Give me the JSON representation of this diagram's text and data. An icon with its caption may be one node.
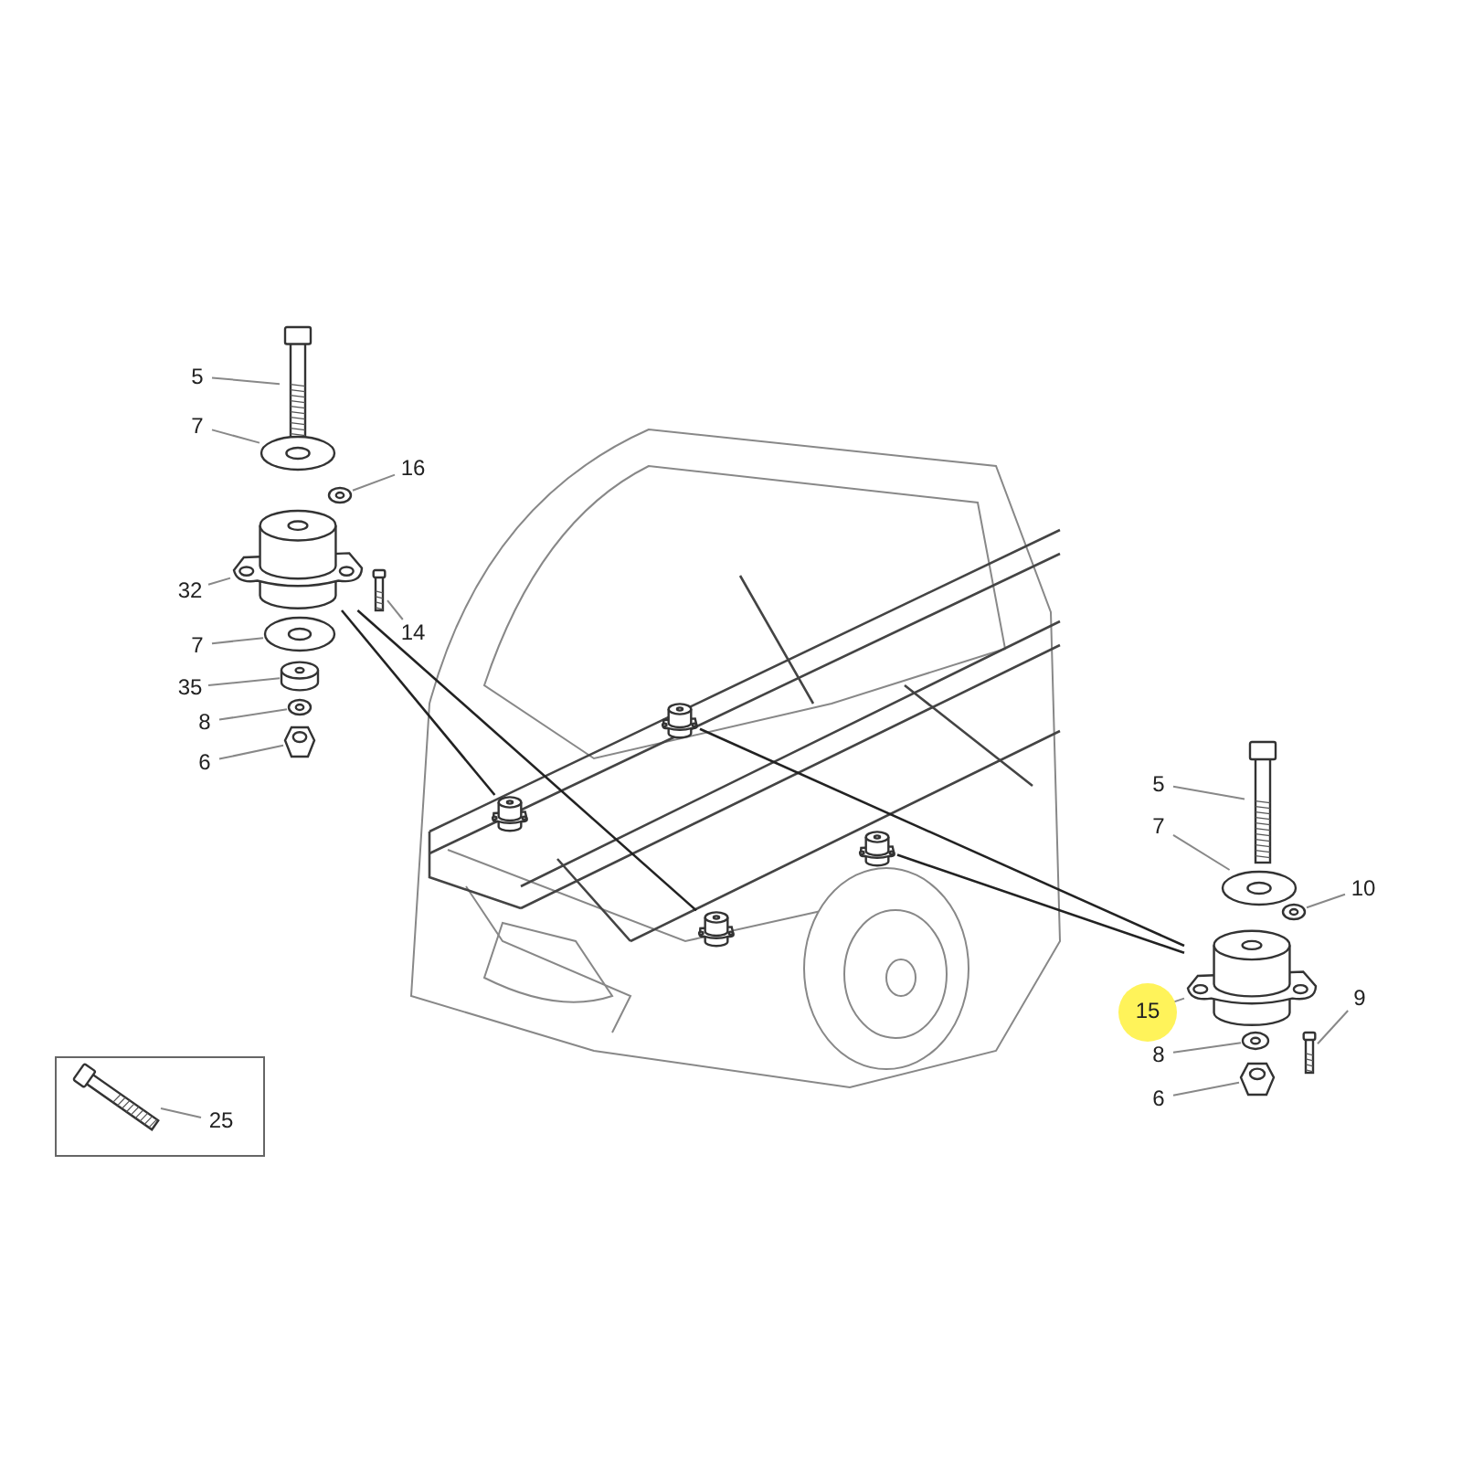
{
  "diagram": {
    "nodes": [
      {
        "text": [
          "5"
        ]
      },
      {
        "text": [
          "7"
        ]
      },
      {
        "text": [
          "16"
        ]
      },
      {
        "text": [
          "32"
        ]
      },
      {
        "text": [
          "7"
        ]
      },
      {
        "text": [
          "14"
        ]
      },
      {
        "text": [
          "35"
        ]
      },
      {
        "text": [
          "8"
        ]
      },
      {
        "text": [
          "6"
        ]
      },
      {
        "text": [],
        "shape": "bolt"
      },
      {
        "text": [],
        "shape": "washer"
      },
      {
        "text": [],
        "shape": "washer"
      },
      {
        "text": [],
        "shape": "mount"
      },
      {
        "text": [],
        "shape": "washer"
      },
      {
        "text": [],
        "shape": "bolt"
      },
      {
        "text": [],
        "shape": "spacer"
      },
      {
        "text": [],
        "shape": "washer"
      },
      {
        "text": [],
        "shape": "nut"
      },
      {
        "text": [
          "5"
        ]
      },
      {
        "text": [
          "7"
        ]
      },
      {
        "text": [
          "10"
        ]
      },
      {
        "text": [
          "15"
        ]
      },
      {
        "text": [
          "9"
        ]
      },
      {
        "text": [
          "8"
        ]
      },
      {
        "text": [
          "6"
        ]
      },
      {
        "text": [],
        "shape": "bolt"
      },
      {
        "text": [],
        "shape": "washer"
      },
      {
        "text": [],
        "shape": "washer"
      },
      {
        "text": [],
        "shape": "mount"
      },
      {
        "text": [],
        "shape": "bolt"
      },
      {
        "text": [],
        "shape": "washer"
      },
      {
        "text": [],
        "shape": "nut"
      },
      {
        "text": [],
        "shape": "van"
      },
      {
        "text": [],
        "shape": "mount",
        "in": 32
      },
      {
        "text": [],
        "shape": "mount",
        "in": 32
      },
      {
        "text": [],
        "shape": "mount",
        "in": 32
      },
      {
        "text": [],
        "shape": "mount",
        "in": 32
      },
      {
        "text": [],
        "shape": "box"
      },
      {
        "text": [
          "25"
        ],
        "in": 37
      },
      {
        "text": [],
        "shape": "bolt",
        "in": 37
      }
    ],
    "edges": [
      {
        "from": 0,
        "to": 9,
        "arrow": "none"
      },
      {
        "from": 1,
        "to": 10,
        "arrow": "none"
      },
      {
        "from": 2,
        "to": 11,
        "arrow": "none"
      },
      {
        "from": 3,
        "to": 12,
        "arrow": "none"
      },
      {
        "from": 4,
        "to": 13,
        "arrow": "none"
      },
      {
        "from": 5,
        "to": 14,
        "arrow": "none"
      },
      {
        "from": 6,
        "to": 15,
        "arrow": "none"
      },
      {
        "from": 7,
        "to": 16,
        "arrow": "none"
      },
      {
        "from": 8,
        "to": 17,
        "arrow": "none"
      },
      {
        "from": 18,
        "to": 25,
        "arrow": "none"
      },
      {
        "from": 19,
        "to": 26,
        "arrow": "none"
      },
      {
        "from": 20,
        "to": 27,
        "arrow": "none"
      },
      {
        "from": 21,
        "to": 28,
        "arrow": "none"
      },
      {
        "from": 22,
        "to": 29,
        "arrow": "none"
      },
      {
        "from": 23,
        "to": 30,
        "arrow": "none"
      },
      {
        "from": 24,
        "to": 31,
        "arrow": "none"
      },
      {
        "from": 12,
        "to": 33,
        "arrow": "none",
        "color": "#222222"
      },
      {
        "from": 12,
        "to": 34,
        "arrow": "none",
        "color": "#222222"
      },
      {
        "from": 28,
        "to": 35,
        "arrow": "none",
        "color": "#222222"
      },
      {
        "from": 28,
        "to": 36,
        "arrow": "none",
        "color": "#222222"
      },
      {
        "from": 38,
        "to": 39,
        "arrow": "none"
      }
    ]
  }
}
